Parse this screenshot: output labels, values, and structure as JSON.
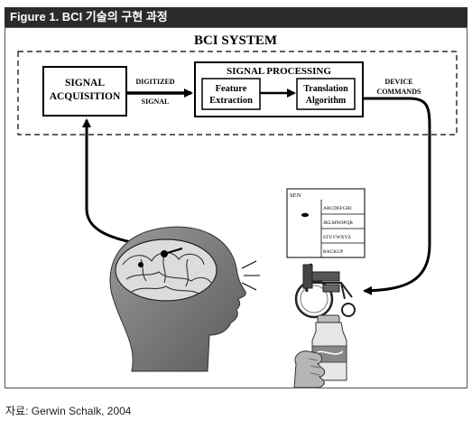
{
  "figure": {
    "caption": "Figure 1. BCI 기술의 구현 과정",
    "source": "자료: Gerwin Schalk, 2004"
  },
  "diagram": {
    "system_title": "BCI SYSTEM",
    "signal_acquisition": [
      "SIGNAL",
      "ACQUISITION"
    ],
    "arrow1_label": [
      "DIGITIZED",
      "SIGNAL"
    ],
    "signal_processing_title": "SIGNAL PROCESSING",
    "feature_extraction": [
      "Feature",
      "Extraction"
    ],
    "translation_algorithm": [
      "Translation",
      "Algorithm"
    ],
    "output_label": [
      "DEVICE",
      "COMMANDS"
    ]
  },
  "speller": {
    "header": "SEN",
    "rows": [
      "ABCDEFGHI",
      "JKLMNOPQR",
      "STUVWXYZ",
      "BACKUP"
    ]
  },
  "icons": {
    "head": "brain-head-icon",
    "wheelchair": "wheelchair-icon",
    "hand_bottle": "hand-bottle-icon",
    "speller": "speller-screen-icon"
  }
}
